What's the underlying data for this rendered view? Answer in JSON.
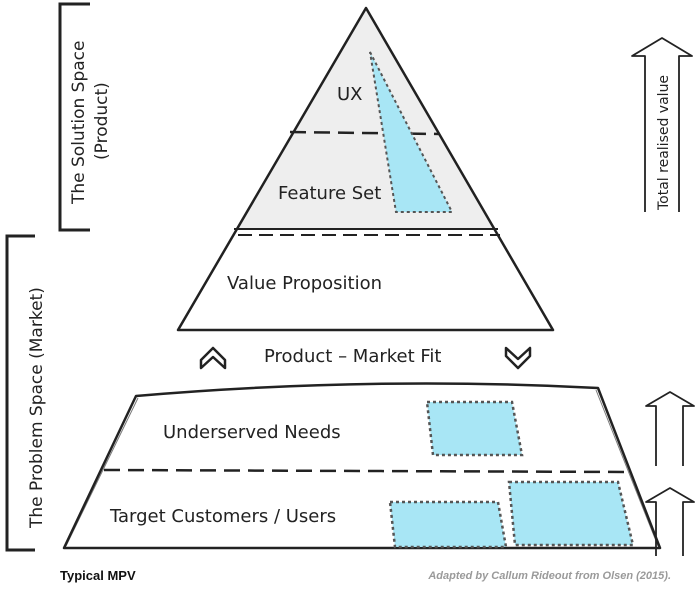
{
  "pyramid": {
    "solution_space": {
      "label": "The Solution Space",
      "sublabel": "(Product)",
      "layers": [
        {
          "name": "UX"
        },
        {
          "name": "Feature Set"
        },
        {
          "name": "Value Proposition"
        }
      ]
    },
    "fit": {
      "label": "Product – Market Fit"
    },
    "problem_space": {
      "label": "The Problem Space (Market)",
      "layers": [
        {
          "name": "Underserved Needs"
        },
        {
          "name": "Target Customers / Users"
        }
      ]
    },
    "value_axis": {
      "label": "Total realised value"
    }
  },
  "colors": {
    "highlight_fill": "#a8e6f5",
    "top_fill": "#eeeeee",
    "stroke": "#222222"
  },
  "captions": {
    "left": "Typical MPV",
    "right": "Adapted by Callum Rideout from Olsen (2015)."
  }
}
